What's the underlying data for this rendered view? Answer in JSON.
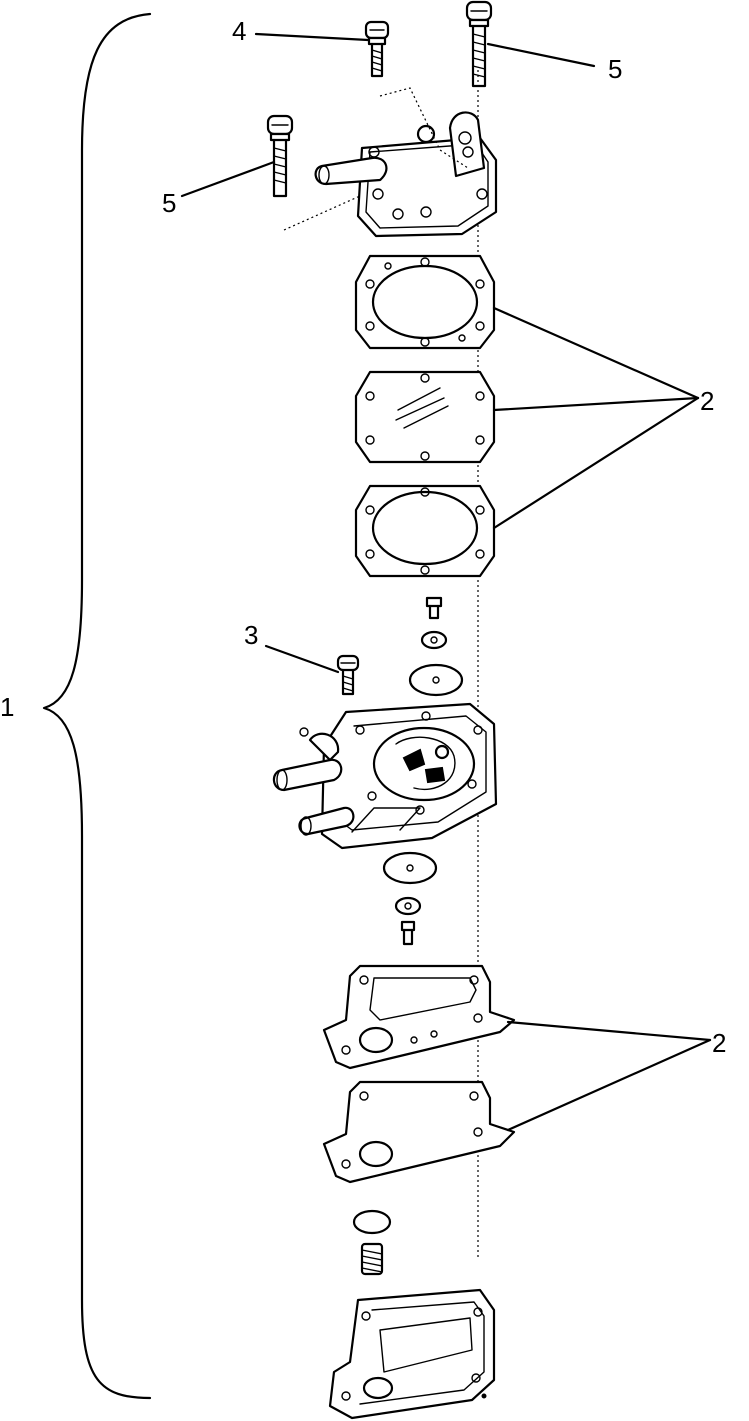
{
  "callouts": [
    {
      "id": "c1",
      "text": "1"
    },
    {
      "id": "c2a",
      "text": "2"
    },
    {
      "id": "c2b",
      "text": "2"
    },
    {
      "id": "c3",
      "text": "3"
    },
    {
      "id": "c4",
      "text": "4"
    },
    {
      "id": "c5a",
      "text": "5"
    },
    {
      "id": "c5b",
      "text": "5"
    }
  ]
}
